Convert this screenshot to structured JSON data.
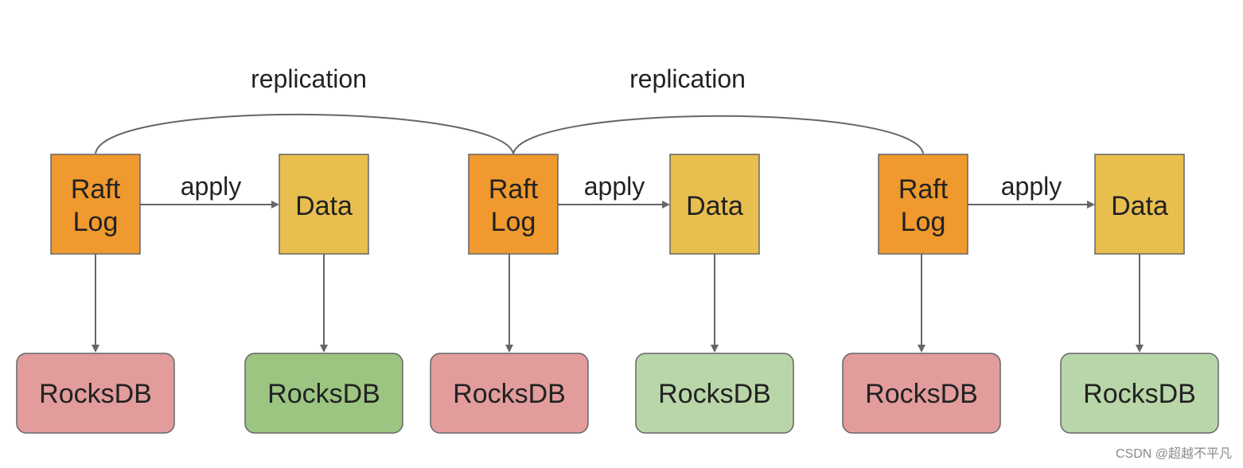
{
  "colors": {
    "raft_log": "#f0992e",
    "data": "#e8bf4f",
    "rocksdb_pink": "#e29c9c",
    "rocksdb_green_dark": "#9cc582",
    "rocksdb_green_light": "#b9d6a9",
    "stroke": "#666666"
  },
  "replication_labels": [
    "replication",
    "replication"
  ],
  "groups": [
    {
      "raft_log_lines": [
        "Raft",
        "Log"
      ],
      "apply_label": "apply",
      "data_label": "Data",
      "log_store": {
        "label": "RocksDB",
        "color": "pink"
      },
      "data_store": {
        "label": "RocksDB",
        "color": "green_dark"
      }
    },
    {
      "raft_log_lines": [
        "Raft",
        "Log"
      ],
      "apply_label": "apply",
      "data_label": "Data",
      "log_store": {
        "label": "RocksDB",
        "color": "pink"
      },
      "data_store": {
        "label": "RocksDB",
        "color": "green_light"
      }
    },
    {
      "raft_log_lines": [
        "Raft",
        "Log"
      ],
      "apply_label": "apply",
      "data_label": "Data",
      "log_store": {
        "label": "RocksDB",
        "color": "pink"
      },
      "data_store": {
        "label": "RocksDB",
        "color": "green_light"
      }
    }
  ],
  "watermark": "CSDN @超越不平凡"
}
